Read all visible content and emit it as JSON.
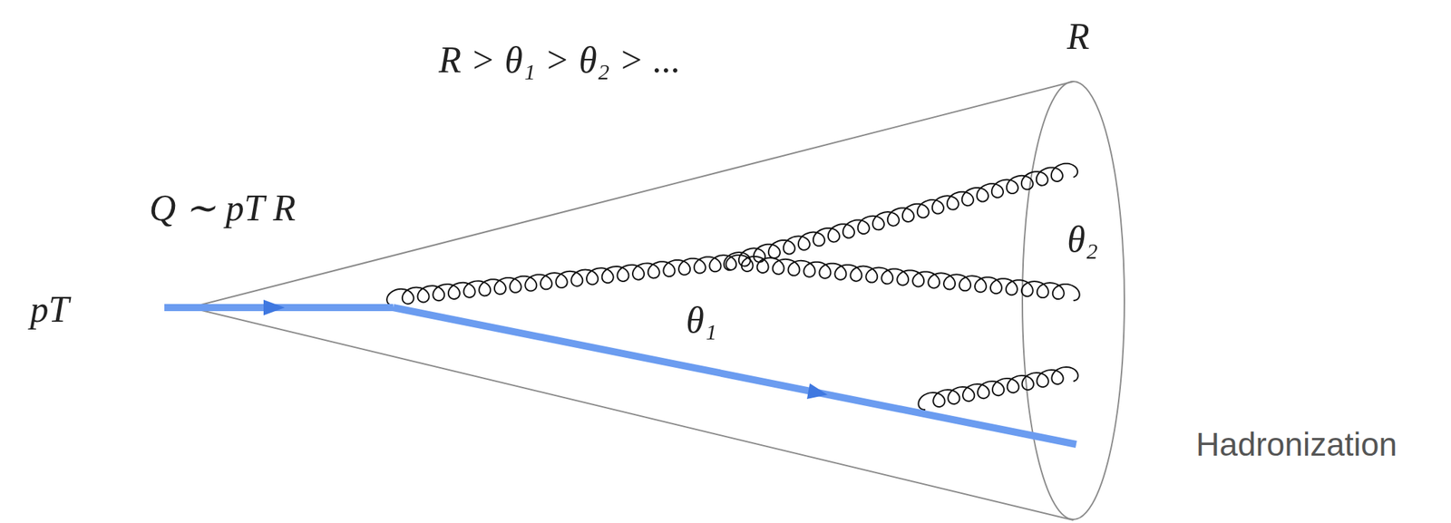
{
  "diagram": {
    "labels": [
      "R > θ₁ > θ₂ > ...",
      "R",
      "Q ∼ pT R",
      "pT",
      "θ₁",
      "θ₂",
      "Hadronization"
    ]
  }
}
